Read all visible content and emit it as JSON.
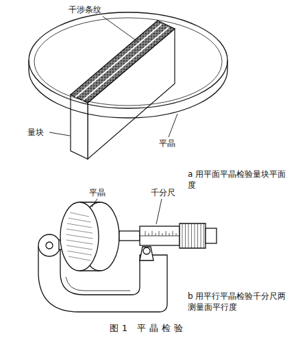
{
  "diagram": {
    "caption": "图1 平晶检验",
    "labels": [
      "干涉条纹",
      "量块",
      "平晶",
      "a 用平面平晶检验量块平面度",
      "平晶",
      "千分尺",
      "b 用平行平晶检验千分尺两测量面平行度"
    ]
  }
}
